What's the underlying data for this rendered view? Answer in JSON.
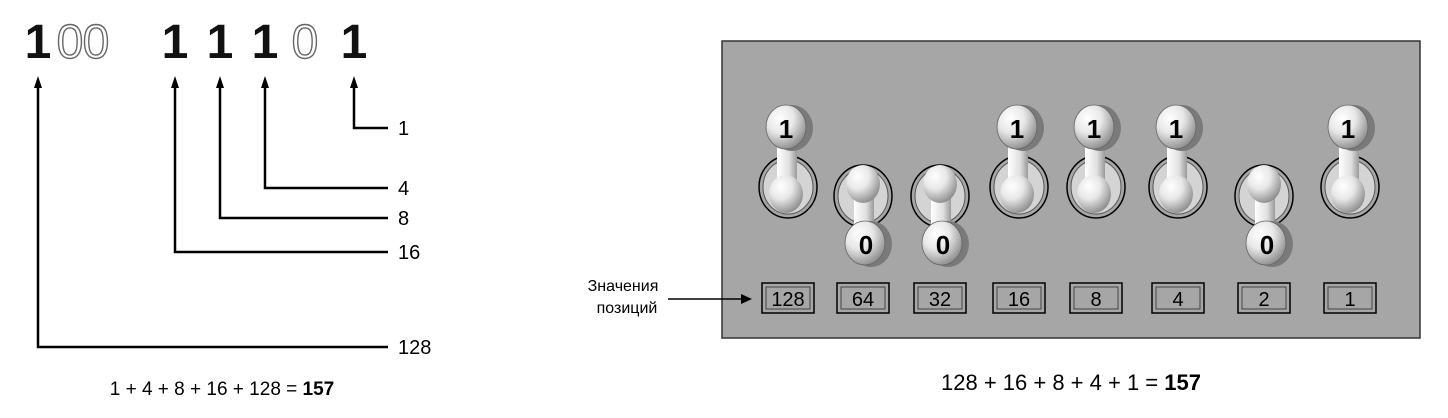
{
  "binary_number": {
    "digits": [
      "1",
      "0",
      "0",
      "1",
      "1",
      "1",
      "0",
      "1"
    ]
  },
  "left_diagram": {
    "callouts": [
      {
        "digit_index": 7,
        "value": "1"
      },
      {
        "digit_index": 5,
        "value": "4"
      },
      {
        "digit_index": 4,
        "value": "8"
      },
      {
        "digit_index": 3,
        "value": "16"
      },
      {
        "digit_index": 0,
        "value": "128"
      }
    ],
    "equation_prefix": "1 + 4 + 8 + 16 + 128 = ",
    "equation_result": "157"
  },
  "switch_panel": {
    "panel_color": "#a6a6a6",
    "switches": [
      {
        "state": "1",
        "position_value": "128"
      },
      {
        "state": "0",
        "position_value": "64"
      },
      {
        "state": "0",
        "position_value": "32"
      },
      {
        "state": "1",
        "position_value": "16"
      },
      {
        "state": "1",
        "position_value": "8"
      },
      {
        "state": "1",
        "position_value": "4"
      },
      {
        "state": "0",
        "position_value": "2"
      },
      {
        "state": "1",
        "position_value": "1"
      }
    ],
    "position_label_line1": "Значения",
    "position_label_line2": "позиций",
    "equation_prefix": "128 + 16 + 8 + 4 + 1 = ",
    "equation_result": "157"
  }
}
